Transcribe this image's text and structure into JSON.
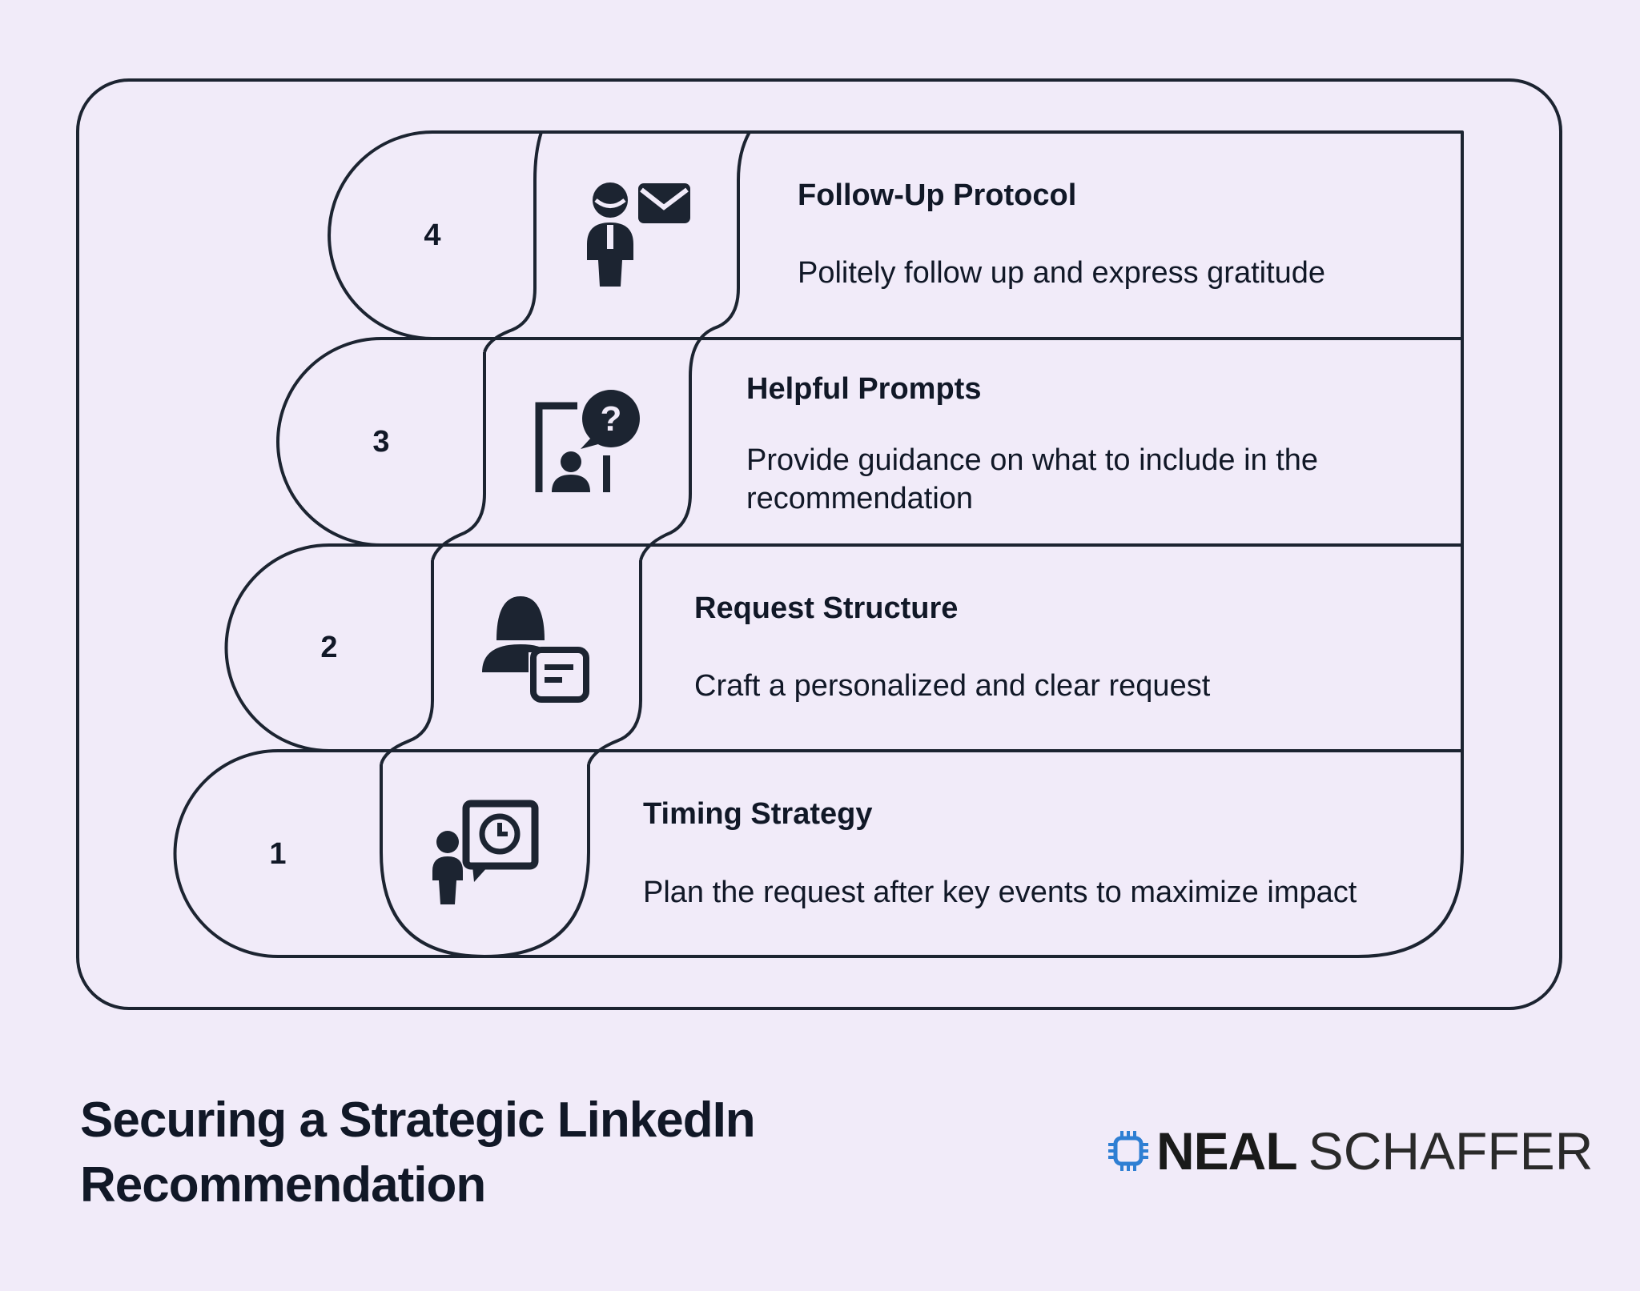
{
  "diagram": {
    "title": "Securing a Strategic LinkedIn Recommendation",
    "steps": [
      {
        "number": "1",
        "title": "Timing Strategy",
        "description": "Plan the request after key events to maximize impact",
        "icon": "person-speech-clock-icon"
      },
      {
        "number": "2",
        "title": "Request Structure",
        "description": "Craft a personalized and clear request",
        "icon": "person-document-icon"
      },
      {
        "number": "3",
        "title": "Helpful Prompts",
        "description": "Provide guidance on what to include in the recommendation",
        "icon": "presenter-question-icon"
      },
      {
        "number": "4",
        "title": "Follow-Up Protocol",
        "description": "Politely follow up and express gratitude",
        "icon": "person-envelope-icon"
      }
    ]
  },
  "brand": {
    "name_bold": "NEAL",
    "name_light": "SCHAFFER",
    "logo_icon": "circuit-chip-icon",
    "logo_color": "#2f7fd3"
  },
  "colors": {
    "background": "#f1ebf9",
    "outline": "#1c2431",
    "text": "#111827"
  }
}
